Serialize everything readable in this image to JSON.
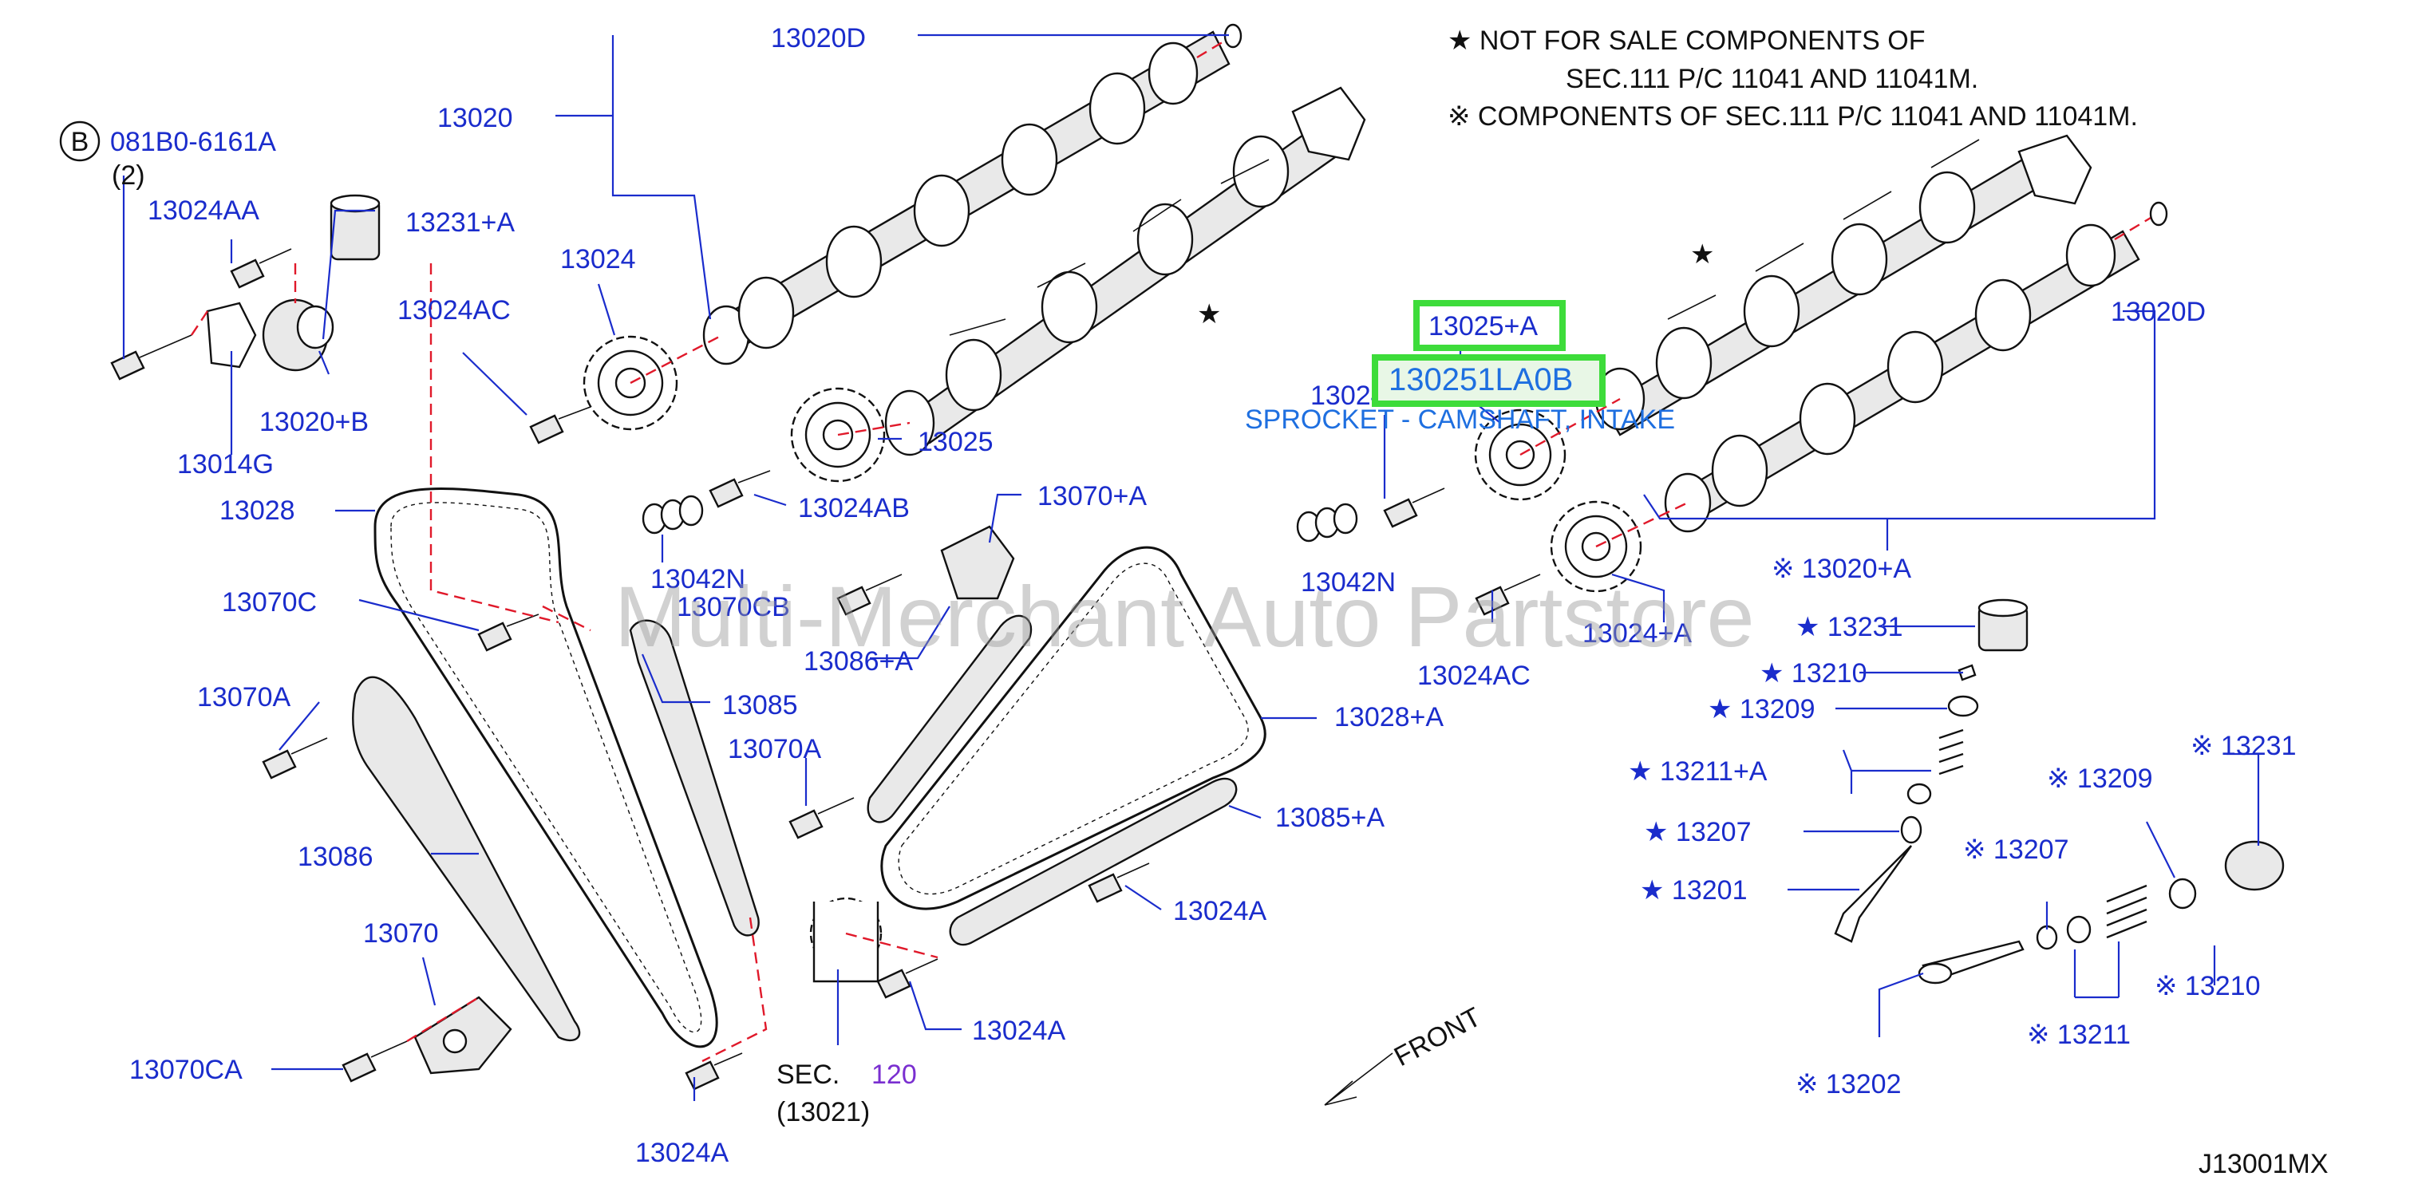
{
  "notes": {
    "line1": "★  NOT  FOR  SALE  COMPONENTS  OF",
    "line2": "SEC.111  P/C  11041  AND  11041M.",
    "line3": "※  COMPONENTS  OF  SEC.111  P/C  11041  AND  11041M."
  },
  "labels": {
    "p13020D_left": "13020D",
    "p13020": "13020",
    "p081B0": "081B0-6161A",
    "p081B0_badge": "B",
    "p081B0_qty": "(2)",
    "p13024AA": "13024AA",
    "p13231A_top": "13231+A",
    "p13024AC_left": "13024AC",
    "p13024": "13024",
    "p13020B": "13020+B",
    "p13014G": "13014G",
    "p13025": "13025",
    "p13028": "13028",
    "p13024AB_left": "13024AB",
    "p13042N_left": "13042N",
    "p13070CB": "13070CB",
    "p13070C": "13070C",
    "p13085": "13085",
    "p13070A_left": "13070A",
    "p13070A_mid": "13070A",
    "p13086A": "13086+A",
    "p13070Aplus": "13070+A",
    "p13086": "13086",
    "p13070": "13070",
    "p13070CA": "13070CA",
    "p13024A_bottom": "13024A",
    "sec120_prefix": "SEC.",
    "sec120_num": "120",
    "sec120_sub": "(13021)",
    "p13024A_mid": "13024A",
    "p13024A_low": "13024A",
    "p13085A": "13085+A",
    "p13028A": "13028+A",
    "p13025A": "13025+A",
    "highlight_part": "130251LA0B",
    "highlight_desc": "SPROCKET - CAMSHAFT, INTAKE",
    "p13024AB_right": "13024AB",
    "p13042N_right": "13042N",
    "p13024AC_right": "13024AC",
    "p13024Aplus": "13024+A",
    "p13020D_right": "13020D",
    "p13020A": "※ 13020+A",
    "star_13231": "★ 13231",
    "star_13210": "★ 13210",
    "star_13209": "★ 13209",
    "star_13211A": "★ 13211+A",
    "star_13207": "★ 13207",
    "star_13201": "★ 13201",
    "ref_13231": "※ 13231",
    "ref_13209": "※ 13209",
    "ref_13207": "※ 13207",
    "ref_13210": "※ 13210",
    "ref_13211": "※ 13211",
    "ref_13202": "※ 13202",
    "star_mark_left": "★",
    "star_mark_right": "★",
    "front": "FRONT",
    "diagram_id": "J13001MX"
  },
  "watermark": "Multi-Merchant Auto Partstore",
  "colors": {
    "label": "#1a2ccc",
    "highlight_box": "#3ddc3a",
    "highlight_desc": "#1e6fe0",
    "guide_dash": "#e0192a",
    "sec_num": "#7a2fd0"
  }
}
